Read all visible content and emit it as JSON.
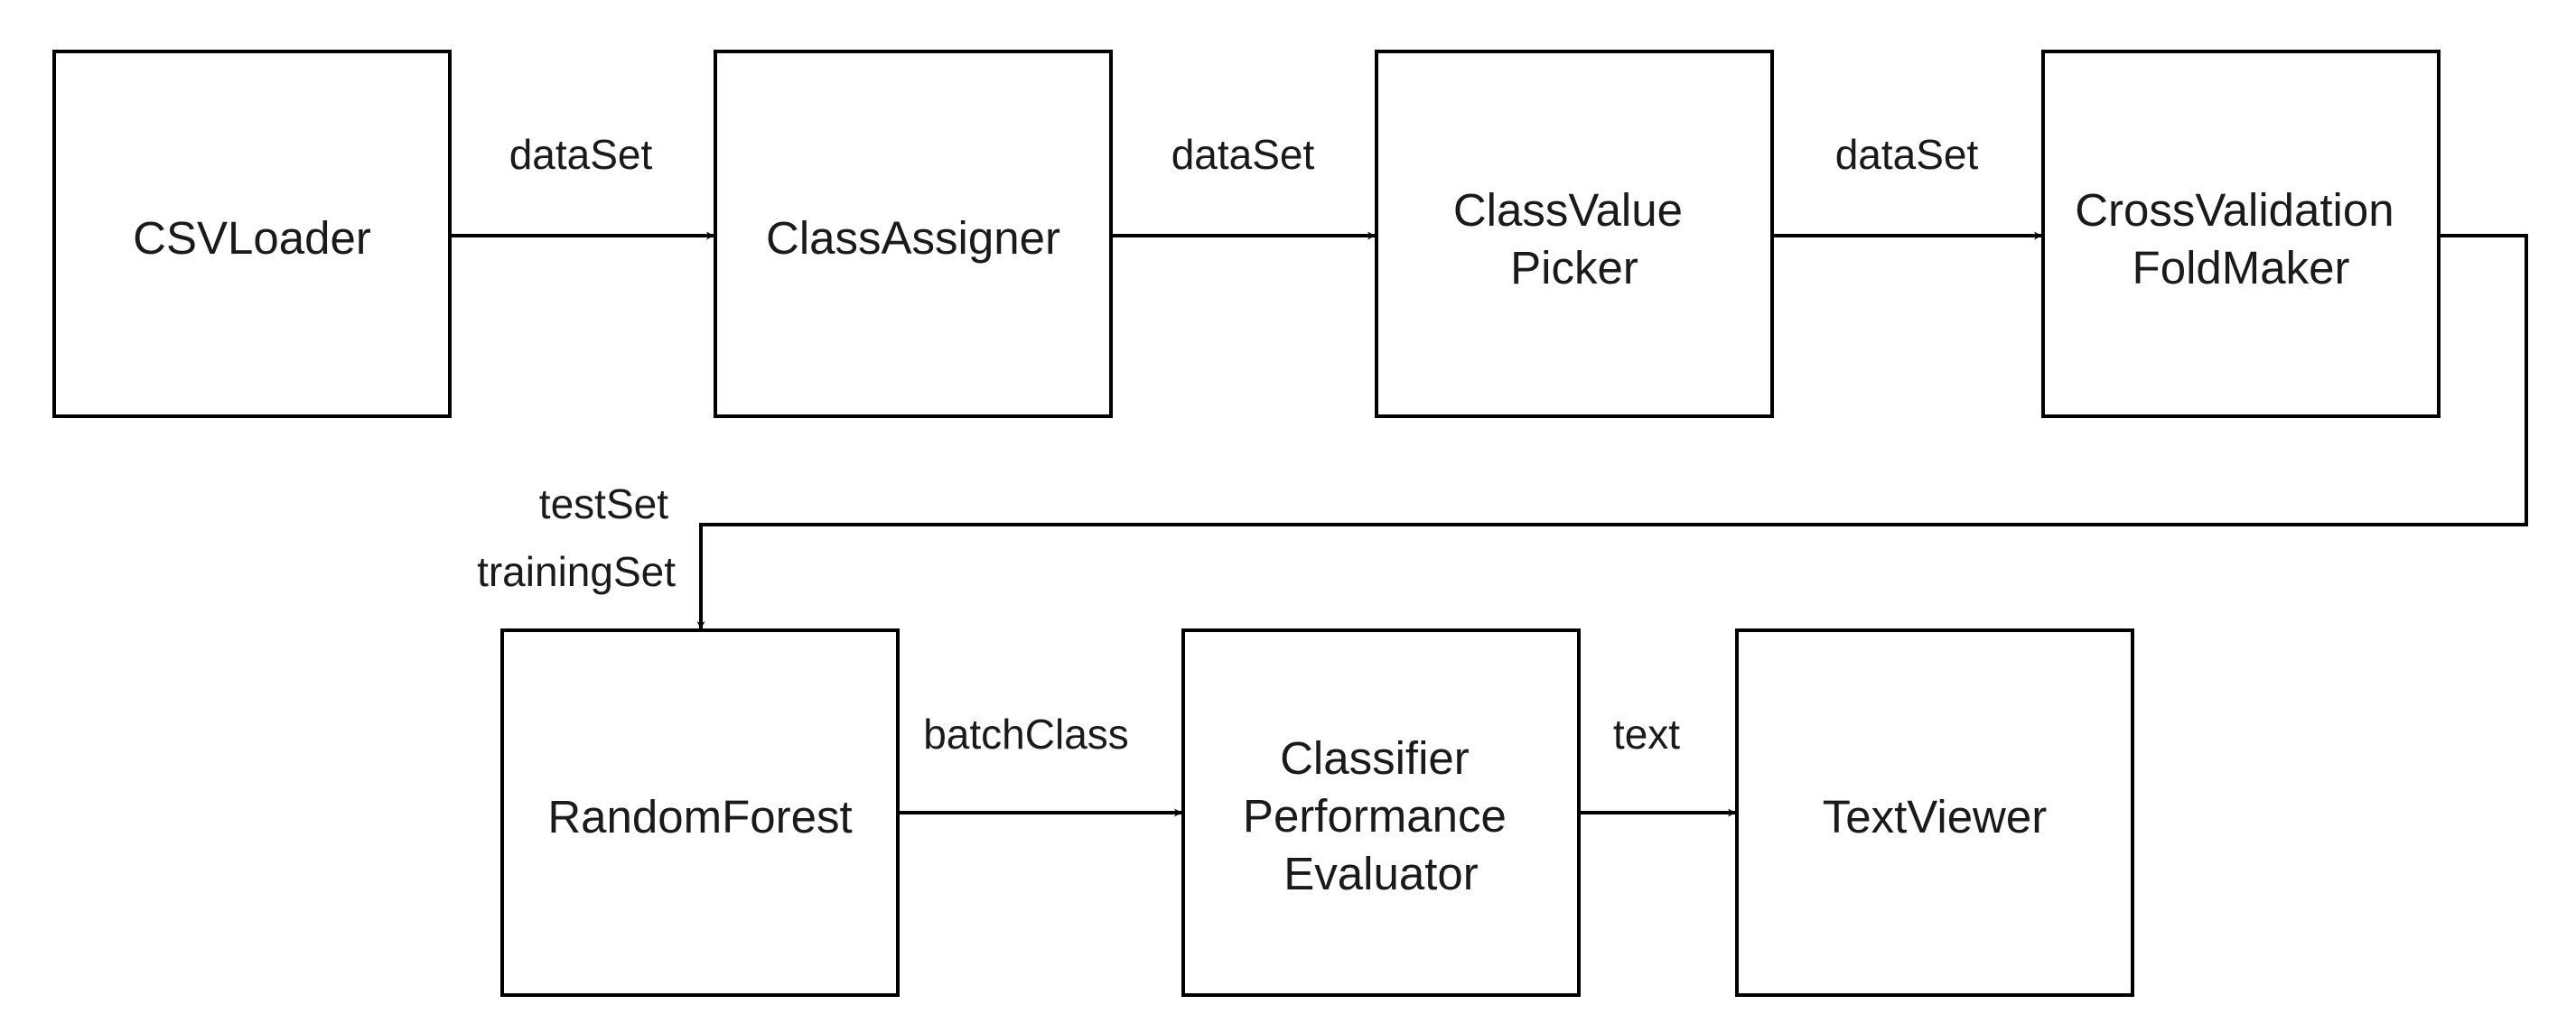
{
  "nodes": {
    "csvloader": {
      "lines": [
        "CSVLoader"
      ]
    },
    "classassigner": {
      "lines": [
        "ClassAssigner"
      ]
    },
    "classvaluepicker": {
      "lines": [
        "ClassValue",
        "Picker"
      ]
    },
    "cvfoldmaker": {
      "lines": [
        "CrossValidation",
        "FoldMaker"
      ]
    },
    "randomforest": {
      "lines": [
        "RandomForest"
      ]
    },
    "evaluator": {
      "lines": [
        "Classifier",
        "Performance",
        "Evaluator"
      ]
    },
    "textviewer": {
      "lines": [
        "TextViewer"
      ]
    }
  },
  "edges": {
    "e1": {
      "label": "dataSet"
    },
    "e2": {
      "label": "dataSet"
    },
    "e3": {
      "label": "dataSet"
    },
    "e4": {
      "label1": "testSet",
      "label2": "trainingSet"
    },
    "e5": {
      "label": "batchClass"
    },
    "e6": {
      "label": "text"
    }
  }
}
